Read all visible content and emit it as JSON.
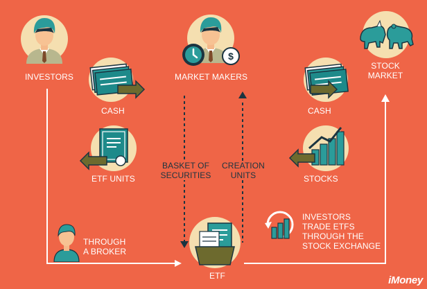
{
  "labels": {
    "investors": "INVESTORS",
    "market_makers": "MARKET MAKERS",
    "stock_market": "STOCK MARKET",
    "cash_left": "CASH",
    "cash_right": "CASH",
    "etf_units": "ETF UNITS",
    "stocks": "STOCKS",
    "basket": "BASKET OF SECURITIES",
    "creation": "CREATION UNITS",
    "broker": "THROUGH A BROKER",
    "trade": "INVESTORS TRADE ETFS THROUGH THE STOCK EXCHANGE",
    "etf": "ETF"
  },
  "brand": "iMoney",
  "icons": [
    "investor-person-icon",
    "market-maker-person-icon",
    "clock-icon",
    "dollar-coin-icon",
    "bull-bear-icon",
    "cash-stack-icon",
    "certificate-icon",
    "growth-chart-icon",
    "broker-person-icon",
    "refresh-chart-icon",
    "etf-basket-icon"
  ],
  "colors": {
    "background": "#ef6547",
    "teal": "#1e8a8a",
    "dark": "#1b3440",
    "cream": "#f5dfb0",
    "olive": "#6d6a2e",
    "white": "#ffffff"
  }
}
